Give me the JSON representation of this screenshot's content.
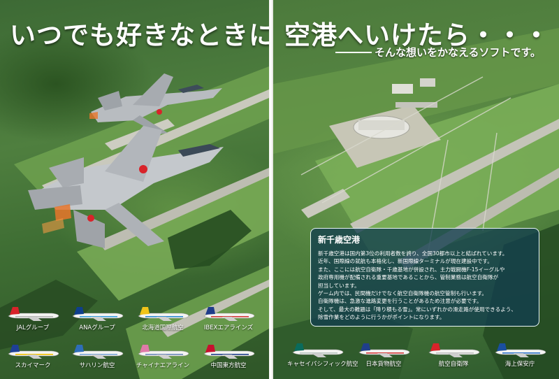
{
  "headline_left": "いつでも好きなときに",
  "headline_right": "空港へいけたら・・・",
  "subheadline": "そんな想いをかなえるソフトです。",
  "info_panel": {
    "title": "新千歳空港",
    "lines": [
      "新千歳空港は国内第3位の利用者数を誇り、全国30都市以上と結ばれています。",
      "近年、国際線の就航も本格化し、新国際線ターミナルが現在建設中です。",
      "また、ここには航空自衛隊・千歳基地が併設され、主力戦闘機F-15イーグルや",
      "政府専用機が配備される重要基地であることから、管制業務は航空自衛隊が",
      "担当しています。",
      "ゲーム内では、民間機だけでなく航空自衛隊機の航空管制も行います。",
      "自衛隊機は、急激な進路変更を行うことがあるため注意が必要です。",
      "そして、最大の難題は「降り積もる雪」。常にいずれかの滑走路が使用できるよう、",
      "除雪作業をどのように行うかがポイントになります。"
    ]
  },
  "aircraft_left": [
    {
      "label": "JALグループ",
      "tail": "#d8232a",
      "stripe": "#b8b8b8"
    },
    {
      "label": "ANAグループ",
      "tail": "#0f3f8c",
      "stripe": "#3aa0e0"
    },
    {
      "label": "北海道国際航空",
      "tail": "#f0c419",
      "stripe": "#2d8ad2"
    },
    {
      "label": "IBEXエアラインズ",
      "tail": "#1f3c8a",
      "stripe": "#d33a3a"
    },
    {
      "label": "スカイマーク",
      "tail": "#1e3f96",
      "stripe": "#f2c200"
    },
    {
      "label": "サハリン航空",
      "tail": "#2e6db8",
      "stripe": "#7aa5d6"
    },
    {
      "label": "チャイナエアライン",
      "tail": "#e07aa8",
      "stripe": "#6a87b8"
    },
    {
      "label": "中国東方航空",
      "tail": "#c8102e",
      "stripe": "#1f3e8a"
    }
  ],
  "aircraft_right": [
    {
      "label": "キャセイパシフィック航空",
      "tail": "#0a6b5c",
      "stripe": "#b8c4c0"
    },
    {
      "label": "日本貨物航空",
      "tail": "#1f3e8a",
      "stripe": "#d33a3a"
    },
    {
      "label": "航空自衛隊",
      "tail": "#d8232a",
      "stripe": "#c0c0c0"
    },
    {
      "label": "海上保安庁",
      "tail": "#1a4fa0",
      "stripe": "#2a6fc8"
    }
  ]
}
